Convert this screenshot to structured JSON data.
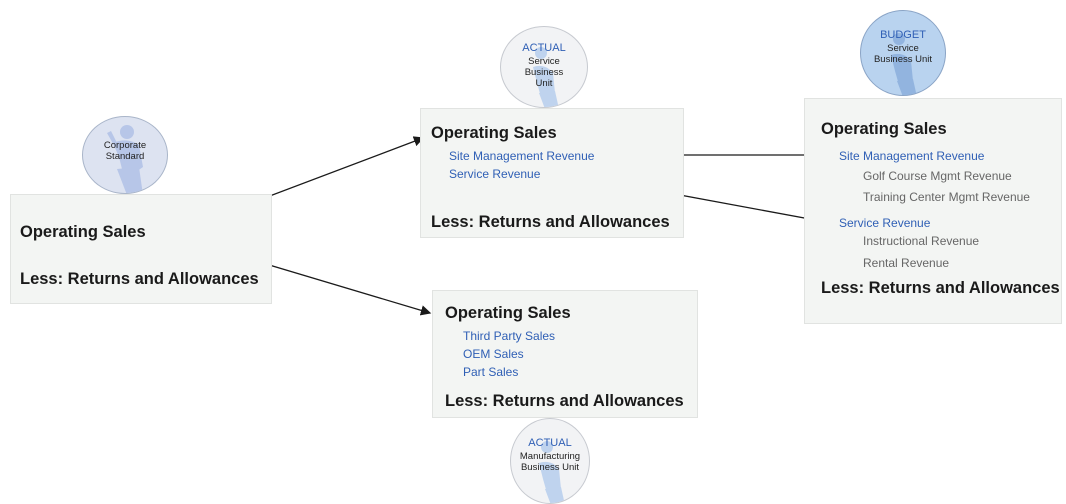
{
  "corporate": {
    "badge": "Corporate Standard",
    "heading": "Operating Sales",
    "footer": "Less: Returns and Allowances"
  },
  "service_actual": {
    "badge_title": "ACTUAL",
    "badge_sub": "Service Business Unit",
    "heading": "Operating Sales",
    "items": [
      "Site Management Revenue",
      "Service Revenue"
    ],
    "footer": "Less: Returns and Allowances"
  },
  "service_budget": {
    "badge_title": "BUDGET",
    "badge_sub": "Service Business Unit",
    "heading": "Operating Sales",
    "item_site": "Site Management Revenue",
    "sub_site": [
      "Golf Course Mgmt Revenue",
      "Training Center Mgmt Revenue"
    ],
    "item_service": "Service Revenue",
    "sub_service": [
      "Instructional Revenue",
      "Rental Revenue"
    ],
    "footer": "Less: Returns and Allowances"
  },
  "manufacturing_actual": {
    "badge_title": "ACTUAL",
    "badge_sub": "Manufacturing Business Unit",
    "heading": "Operating Sales",
    "items": [
      "Third Party Sales",
      "OEM Sales",
      "Part Sales"
    ],
    "footer": "Less: Returns and Allowances"
  },
  "colors": {
    "link_blue": "#2f5fb5",
    "box_fill": "#f3f5f3",
    "budget_badge": "#b9d3ef",
    "corporate_badge": "#dde3f1"
  }
}
